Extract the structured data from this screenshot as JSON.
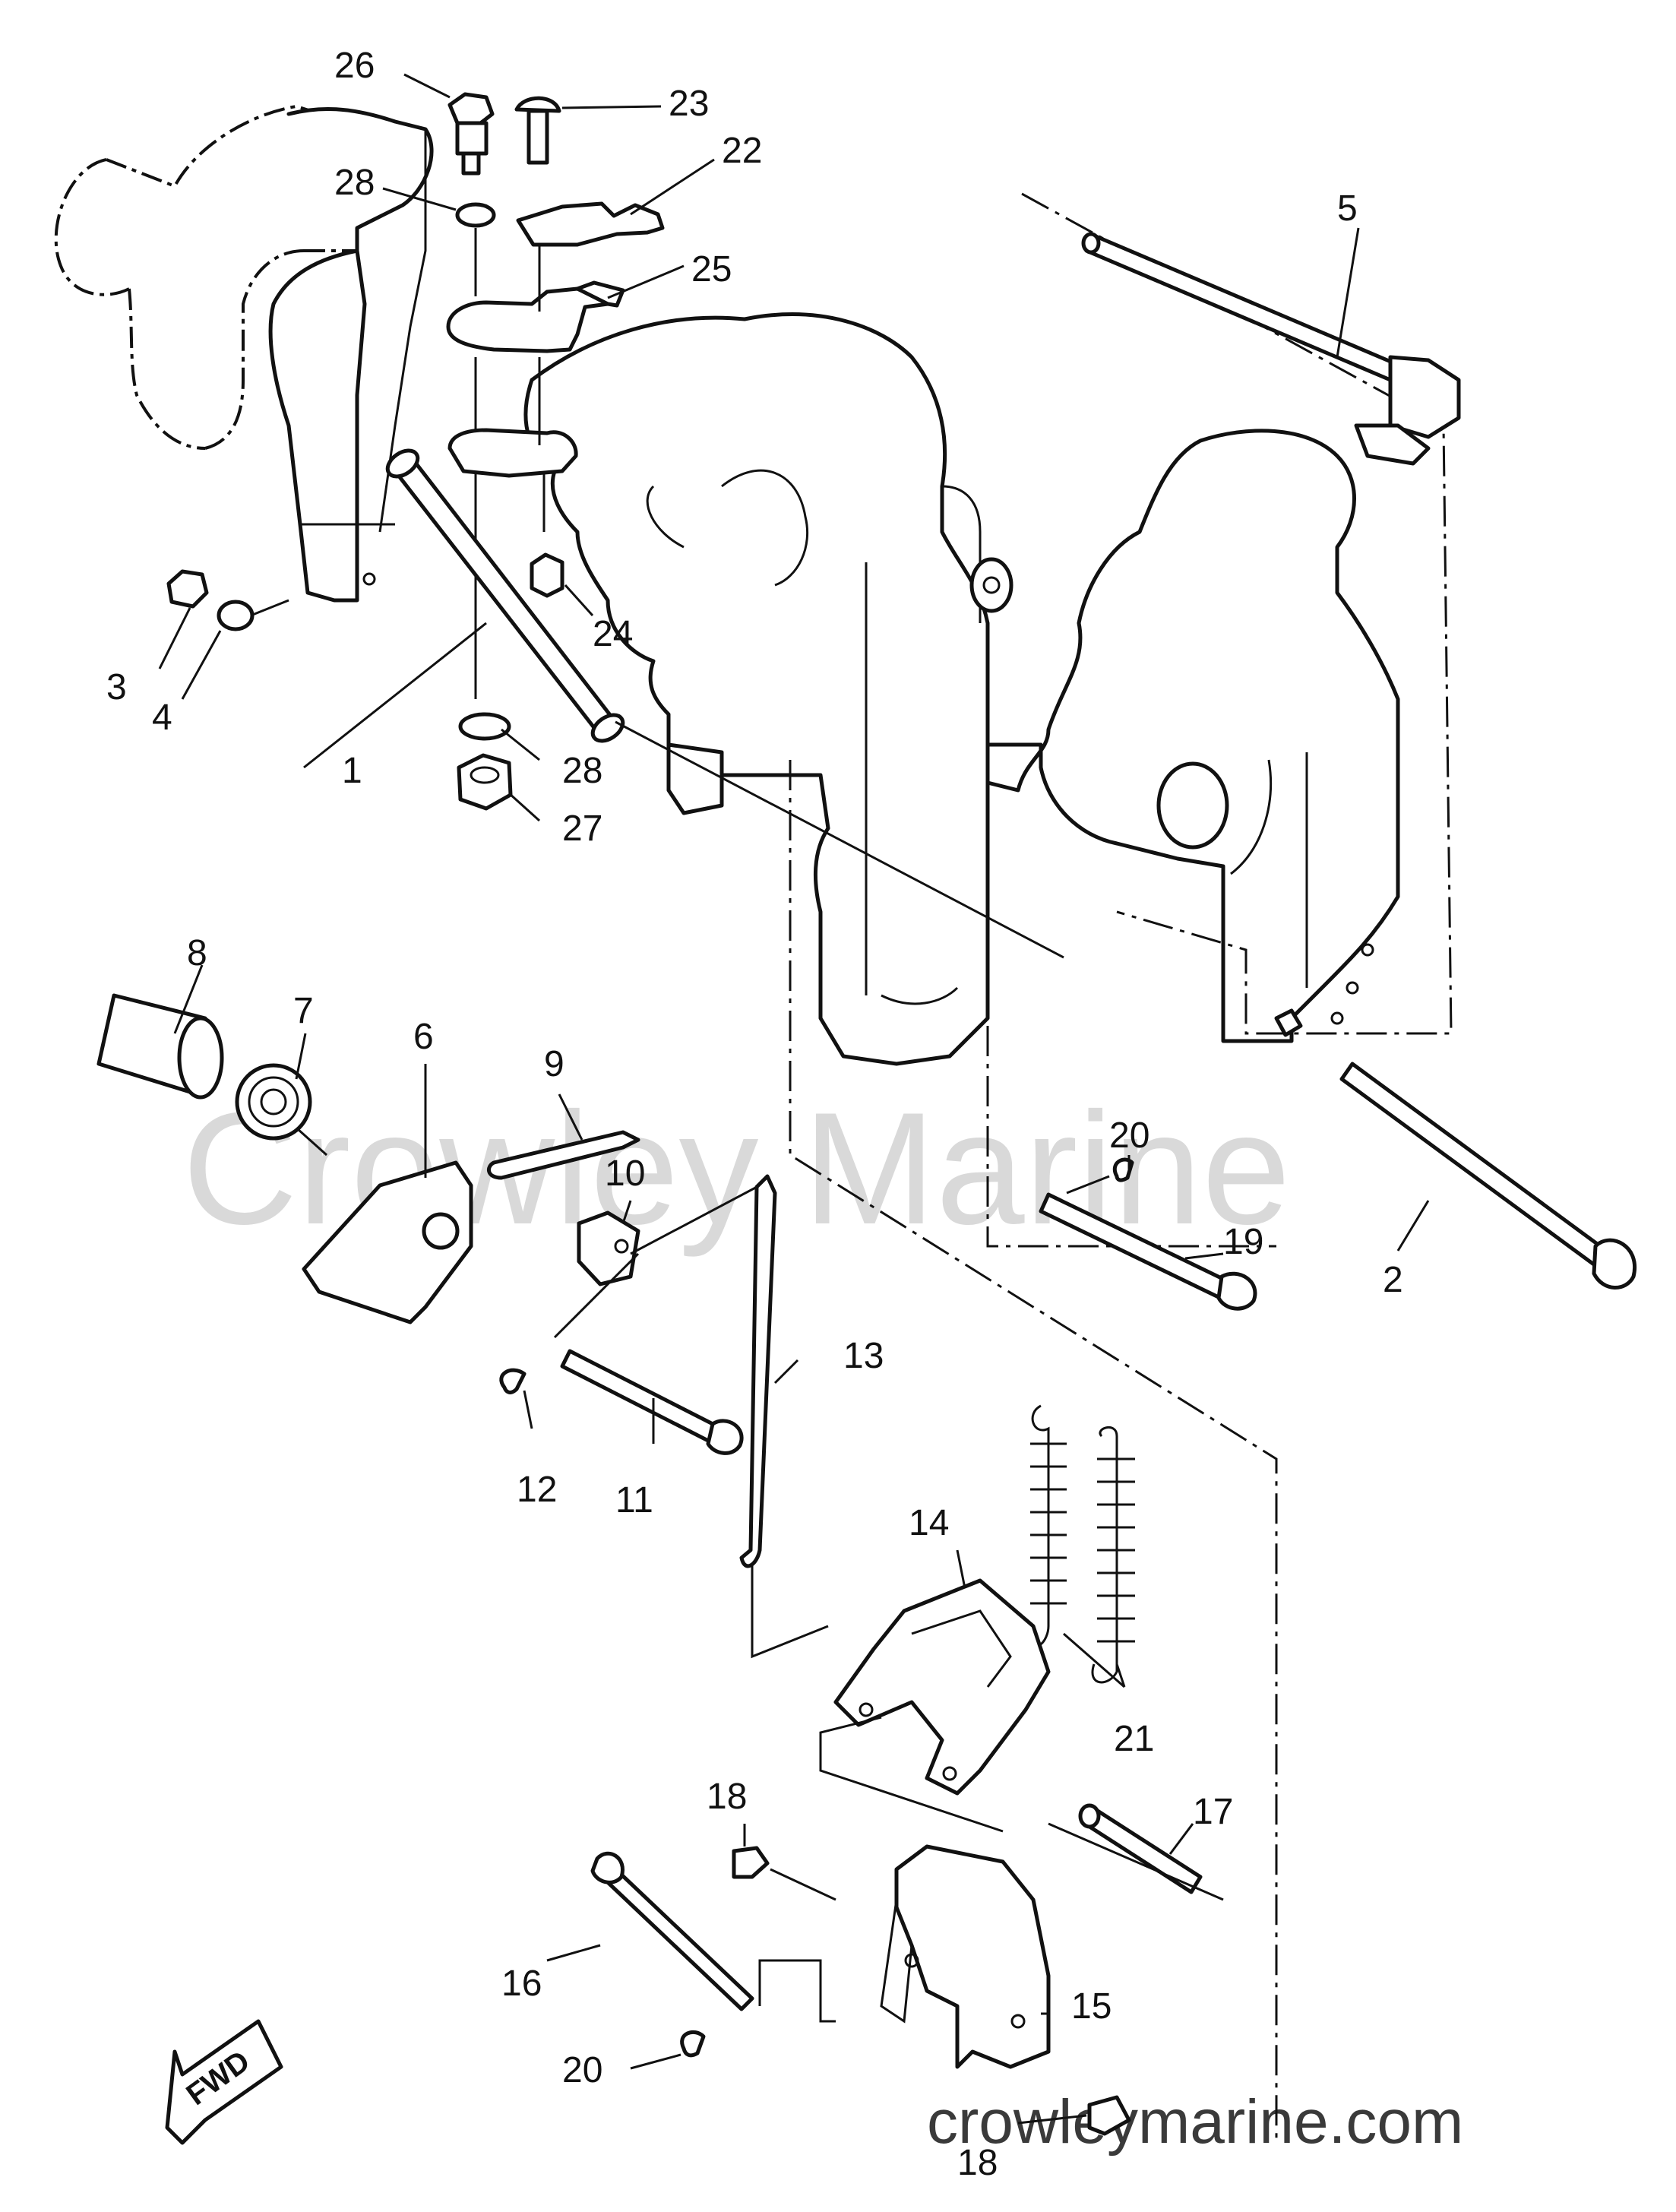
{
  "diagram": {
    "watermark": "Crowley Marine",
    "site": "crowleymarine.com",
    "direction_arrow": "FWD",
    "labels": {
      "p1": "1",
      "p2": "2",
      "p3": "3",
      "p4": "4",
      "p5": "5",
      "p6": "6",
      "p7": "7",
      "p8": "8",
      "p9": "9",
      "p10": "10",
      "p11": "11",
      "p12": "12",
      "p13": "13",
      "p14": "14",
      "p15": "15",
      "p16": "16",
      "p17": "17",
      "p18a": "18",
      "p18b": "18",
      "p19": "19",
      "p20a": "20",
      "p20b": "20",
      "p21": "21",
      "p22": "22",
      "p23": "23",
      "p24": "24",
      "p25": "25",
      "p26": "26",
      "p27": "27",
      "p28a": "28",
      "p28b": "28"
    }
  }
}
